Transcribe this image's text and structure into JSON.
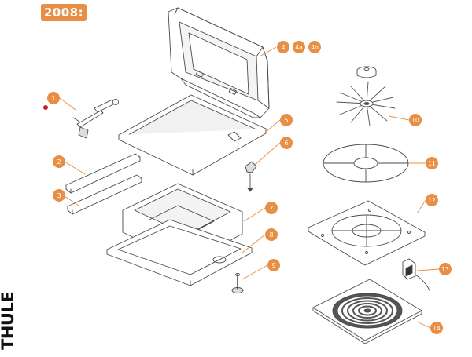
{
  "header": {
    "year_label": "2008:"
  },
  "brand": {
    "name": "THULE"
  },
  "colors": {
    "accent": "#E98F45",
    "line": "#4a4a4a",
    "part_fill": "#ffffff",
    "shade": "#d9d9d9",
    "marker_dot": "#cc1f1f"
  },
  "parts": [
    {
      "id": "p1",
      "label": "1"
    },
    {
      "id": "p2",
      "label": "2"
    },
    {
      "id": "p3",
      "label": "3"
    },
    {
      "id": "p4",
      "label": "4"
    },
    {
      "id": "p4a",
      "label": "4a"
    },
    {
      "id": "p4b",
      "label": "4b"
    },
    {
      "id": "p5",
      "label": "5"
    },
    {
      "id": "p6",
      "label": "6"
    },
    {
      "id": "p7",
      "label": "7"
    },
    {
      "id": "p8",
      "label": "8"
    },
    {
      "id": "p9",
      "label": "9"
    },
    {
      "id": "p10",
      "label": "10"
    },
    {
      "id": "p11",
      "label": "11"
    },
    {
      "id": "p12",
      "label": "12"
    },
    {
      "id": "p13",
      "label": "13"
    },
    {
      "id": "p14",
      "label": "14"
    }
  ]
}
